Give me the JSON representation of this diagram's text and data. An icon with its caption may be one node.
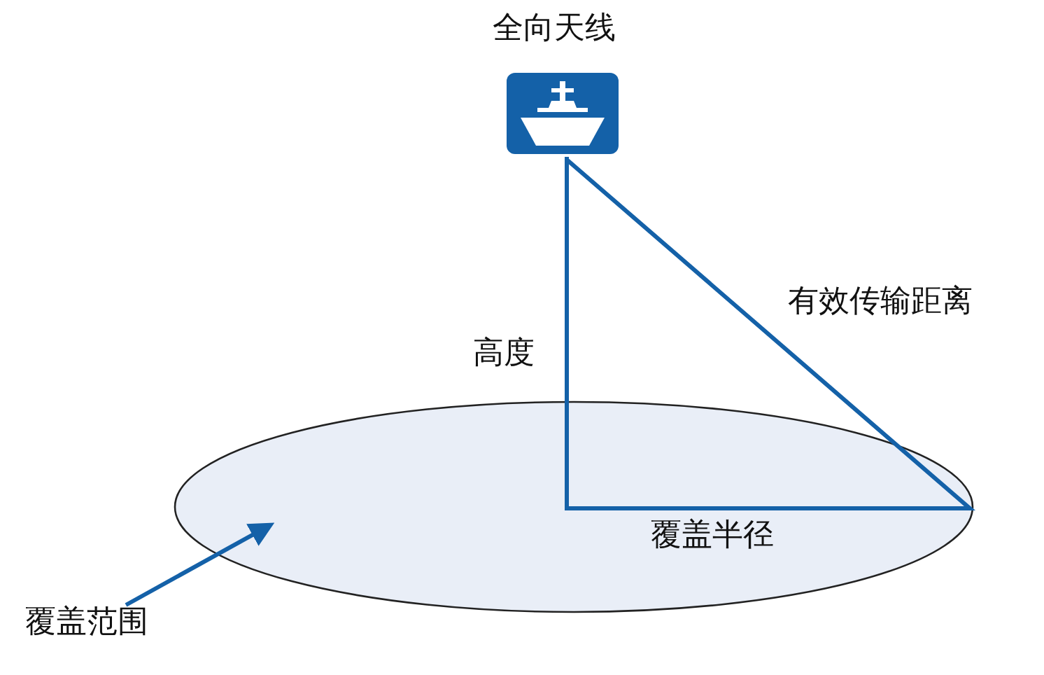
{
  "diagram": {
    "nodes": [
      {
        "text": [
          "全向天线"
        ]
      },
      {
        "text": [],
        "shape": "ellipse"
      },
      {
        "text": [
          "覆盖范围"
        ]
      }
    ],
    "edges": [
      {
        "from": 2,
        "to": 1,
        "arrow": "to"
      }
    ],
    "labels": [
      "高度",
      "有效传输距离",
      "覆盖半径"
    ]
  }
}
